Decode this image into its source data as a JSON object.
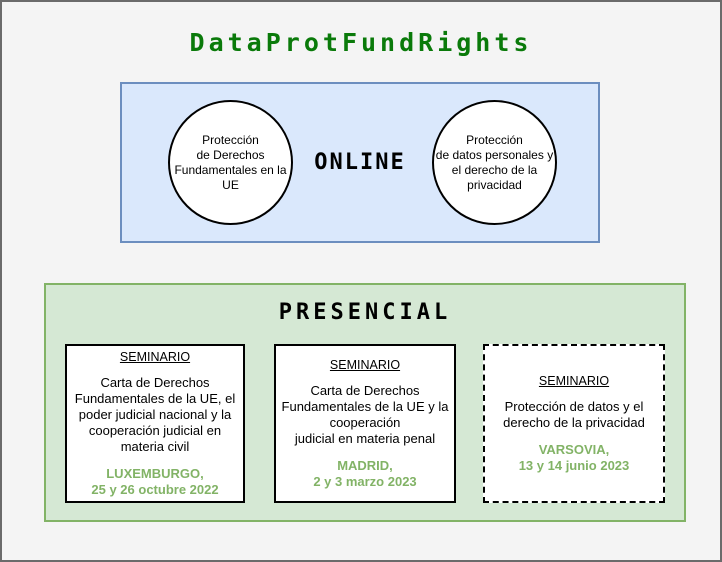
{
  "title": "DataProtFundRights",
  "online": {
    "label": "ONLINE",
    "left_circle_label": "Protección\nde Derechos\nFundamentales en la\nUE",
    "right_circle_label": "Protección\nde datos personales y\nel derecho de la\nprivacidad"
  },
  "presencial": {
    "label": "PRESENCIAL",
    "seminars": [
      {
        "heading": "SEMINARIO",
        "topic": "Carta de Derechos\nFundamentales de la UE, el\npoder judicial nacional y la\ncooperación judicial en\nmateria civil",
        "location_date": "LUXEMBURGO,\n25 y 26 octubre 2022"
      },
      {
        "heading": "SEMINARIO",
        "topic": "Carta de Derechos\nFundamentales de la UE y la\ncooperación\njudicial en materia penal",
        "location_date": "MADRID,\n2 y 3 marzo 2023"
      },
      {
        "heading": "SEMINARIO",
        "topic": "Protección de datos y el\nderecho de la privacidad",
        "location_date": "VARSOVIA,\n13 y 14 junio 2023"
      }
    ]
  },
  "colors": {
    "title_green": "#0a7a0a",
    "online_fill": "#dae8fc",
    "online_border": "#6c8ebf",
    "presencial_fill": "#d5e8d4",
    "presencial_border": "#82b366",
    "date_green": "#82b366",
    "page_background": "#f4f4f4",
    "frame_border": "#6b6b6b"
  }
}
